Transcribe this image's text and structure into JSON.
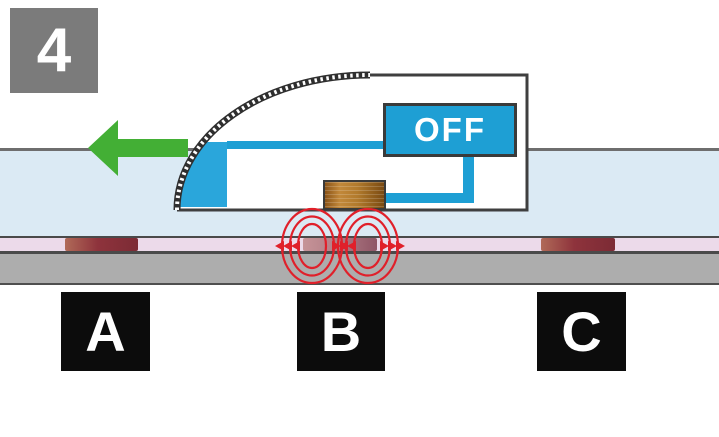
{
  "diagram": {
    "step_badge": "4",
    "switch_label": "OFF",
    "track_labels": [
      "A",
      "B",
      "C"
    ],
    "motion_arrow_direction": "left",
    "colors": {
      "switch_blue": "#1e9fd4",
      "vehicle_nose_blue": "#2aa6db",
      "arrow_green": "#43af35",
      "field_line_red": "#e0202a",
      "coil_copper": "#b07b2e",
      "track_magnet_red": "#7c2b35",
      "track_magnet_b_faded": "#b27f87",
      "track_light_blue": "#dbeaf4",
      "track_pink_strip": "#ecdaea",
      "track_gray": "#adadad",
      "step_badge_gray": "#7b7b7b",
      "label_black": "#0c0c0c"
    }
  }
}
